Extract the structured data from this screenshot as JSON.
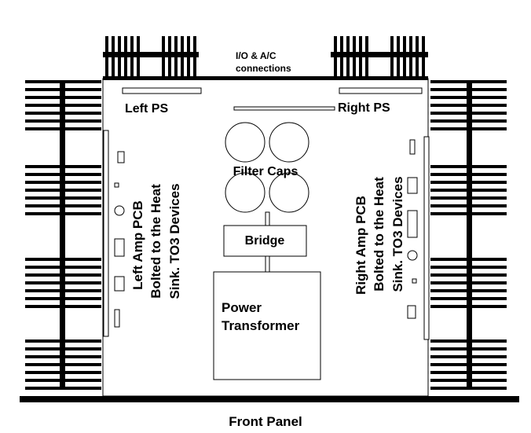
{
  "labels": {
    "io": "I/O & A/C",
    "io_line2": "connections",
    "left_ps": "Left PS",
    "right_ps": "Right PS",
    "filter_caps": "Filter Caps",
    "bridge": "Bridge",
    "power": "Power",
    "transformer": "Transformer",
    "left_amp_1": "Left Amp PCB",
    "left_amp_2": "Bolted to the Heat",
    "left_amp_3": "Sink. TO3 Devices",
    "right_amp_1": "Right Amp PCB",
    "right_amp_2": "Bolted to the Heat",
    "right_amp_3": "Sink. TO3 Devices",
    "front_panel": "Front Panel"
  },
  "colors": {
    "ink": "#000000",
    "background": "#ffffff"
  }
}
